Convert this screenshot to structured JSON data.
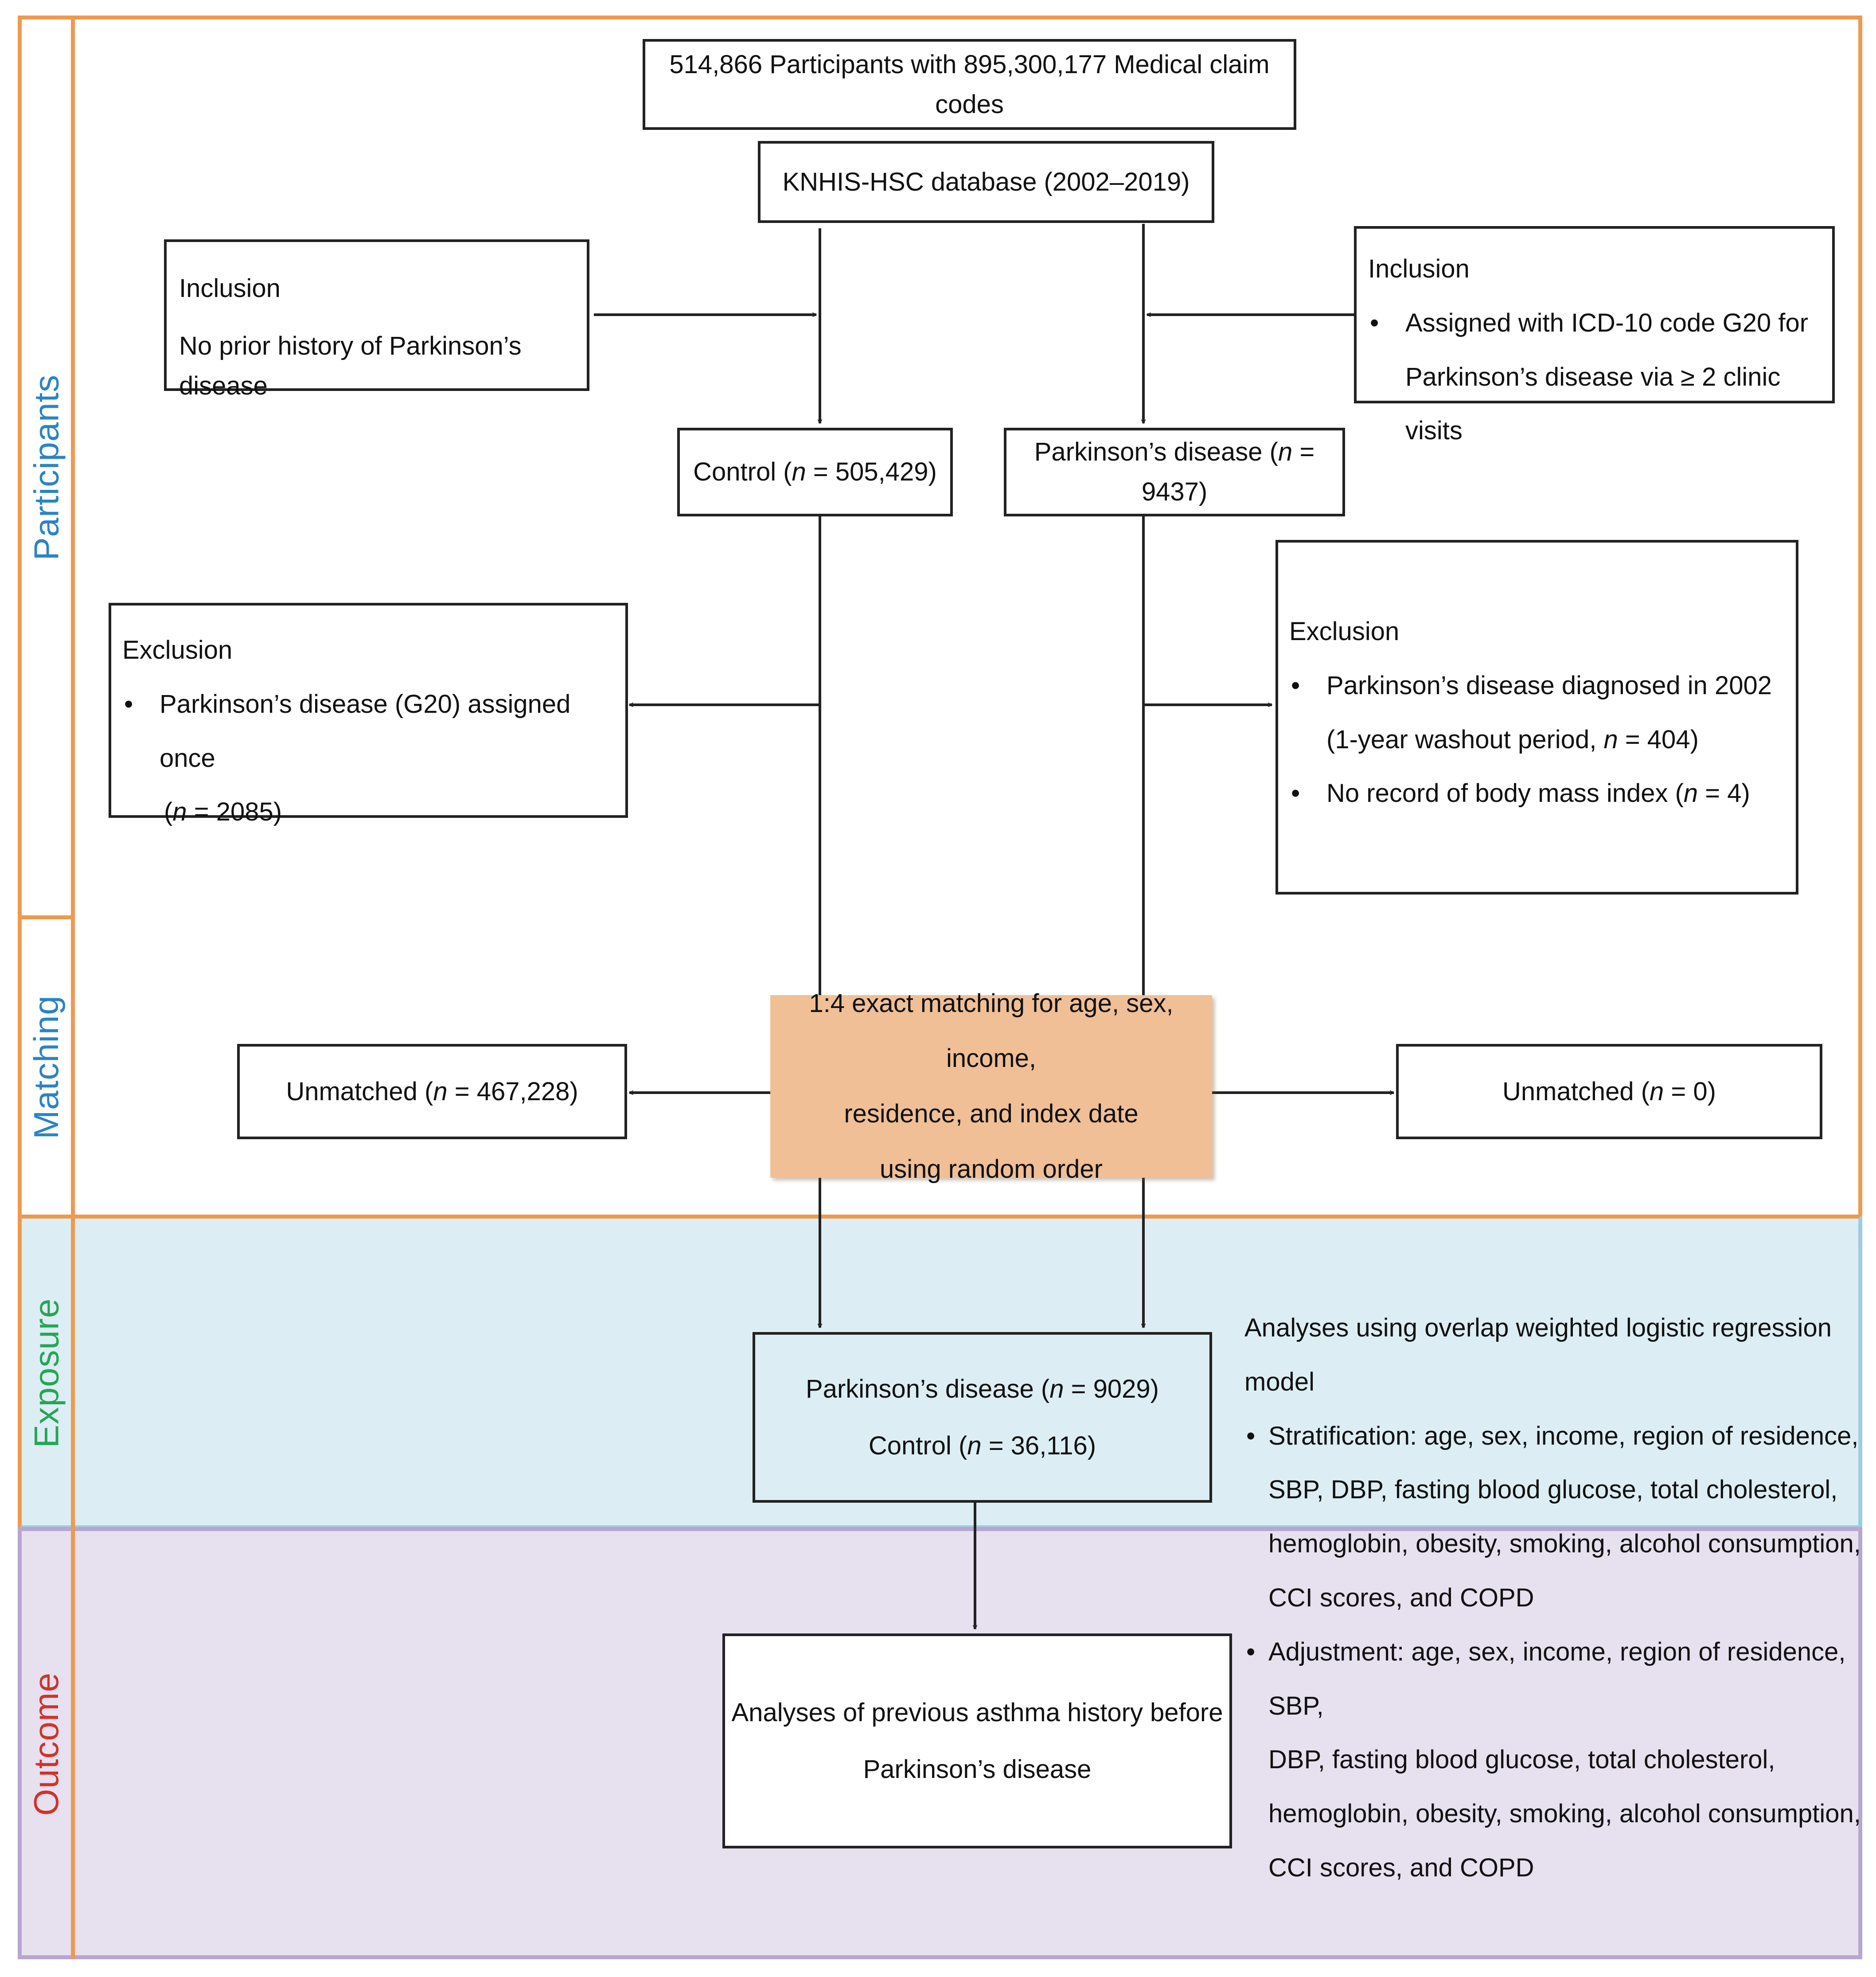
{
  "stages": {
    "participants": "Participants",
    "matching": "Matching",
    "exposure": "Exposure",
    "outcome": "Outcome"
  },
  "colors": {
    "participants": "#2b83c6",
    "matching": "#2b83c6",
    "exposure": "#27a556",
    "outcome": "#d1322b",
    "orange_border": "#ed9a4f",
    "matching_box": "#f0bf96",
    "exposure_bg": "#dceef4",
    "outcome_bg": "#e7e0ef"
  },
  "boxes": {
    "total": "514,866 Participants with 895,300,177 Medical claim codes",
    "database": "KNHIS-HSC database (2002–2019)",
    "inclusion_left_title": "Inclusion",
    "inclusion_left_text": "No prior history of Parkinson’s disease",
    "inclusion_right_title": "Inclusion",
    "inclusion_right_line1": "Assigned with ICD-10 code G20 for",
    "inclusion_right_line2": "Parkinson’s disease via ≥ 2 clinic visits",
    "control_prefix": "Control (",
    "control_n": "n",
    "control_suffix": " = 505,429)",
    "pd_prefix": "Parkinson’s disease (",
    "pd_n": "n",
    "pd_suffix": " = 9437)",
    "exclusion_left_title": "Exclusion",
    "exclusion_left_line1": "Parkinson’s disease (G20) assigned once",
    "exclusion_left_line2_prefix": "(",
    "exclusion_left_line2_n": "n",
    "exclusion_left_line2_suffix": " = 2085)",
    "exclusion_right_title": "Exclusion",
    "exclusion_right_line1": "Parkinson’s disease diagnosed in 2002",
    "exclusion_right_line2_prefix": "(1-year washout period, ",
    "exclusion_right_line2_n": "n",
    "exclusion_right_line2_suffix": " = 404)",
    "exclusion_right_line3_prefix": "No record of body mass index (",
    "exclusion_right_line3_n": "n",
    "exclusion_right_line3_suffix": " = 4)",
    "matching_line1": "1:4 exact matching for age, sex, income,",
    "matching_line2": "residence, and index date",
    "matching_line3": "using random order",
    "unmatched_left_prefix": "Unmatched (",
    "unmatched_left_n": "n",
    "unmatched_left_suffix": " = 467,228)",
    "unmatched_right_prefix": "Unmatched (",
    "unmatched_right_n": "n",
    "unmatched_right_suffix": " = 0)",
    "matched_pd_prefix": "Parkinson’s disease (",
    "matched_pd_n": "n",
    "matched_pd_suffix": " = 9029)",
    "matched_control_prefix": "Control (",
    "matched_control_n": "n",
    "matched_control_suffix": " = 36,116)",
    "outcome_line1": "Analyses of previous asthma history before",
    "outcome_line2": "Parkinson’s disease"
  },
  "analyses": {
    "line1": "Analyses using overlap weighted logistic regression",
    "line2": "model",
    "strat1": "Stratification: age, sex, income, region of residence,",
    "strat2": "SBP, DBP, fasting blood glucose, total cholesterol,",
    "strat3": "hemoglobin, obesity, smoking, alcohol consumption,",
    "strat4": "CCI scores, and COPD",
    "adj1": "Adjustment: age, sex, income, region of residence, SBP,",
    "adj2": "DBP, fasting blood glucose, total cholesterol,",
    "adj3": "hemoglobin, obesity, smoking, alcohol consumption,",
    "adj4": "CCI scores, and COPD"
  },
  "bullet_char": "•"
}
